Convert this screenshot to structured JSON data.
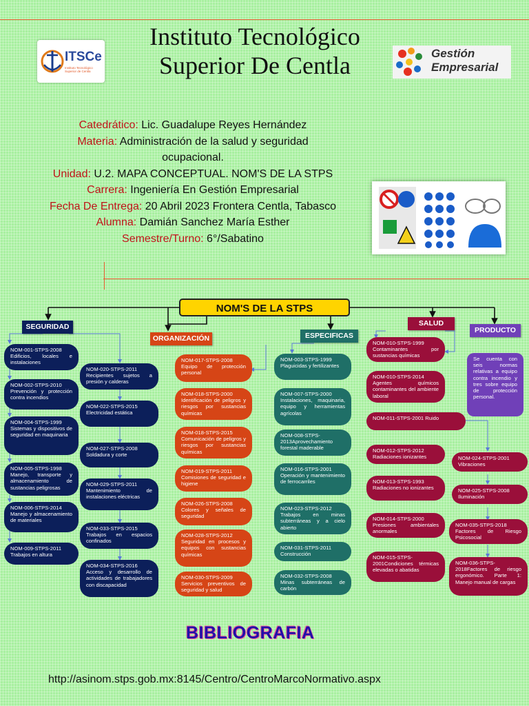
{
  "header": {
    "title_line1": "Instituto Tecnológico",
    "title_line2": "Superior De Centla",
    "logo_left": {
      "brand": "ITSCe",
      "sub": "Instituto Tecnológico Superior de Centla"
    },
    "logo_right": {
      "line1": "Gestión",
      "line2": "Empresarial"
    }
  },
  "info": {
    "catedratico": {
      "label": "Catedrático:",
      "value": " Lic. Guadalupe Reyes Hernández"
    },
    "materia": {
      "label": "Materia:",
      "value": " Administración de la salud y seguridad ocupacional."
    },
    "unidad": {
      "label": "Unidad:",
      "value": " U.2. MAPA CONCEPTUAL. NOM'S DE LA STPS"
    },
    "carrera": {
      "label": "Carrera:",
      "value": " Ingeniería En Gestión Empresarial"
    },
    "fecha": {
      "label": "Fecha De Entrega:",
      "value": " 20 Abril 2023 Frontera Centla, Tabasco"
    },
    "alumna": {
      "label": "Alumna:",
      "value": " Damián Sanchez María Esther"
    },
    "semestre": {
      "label": "Semestre/Turno:",
      "value": " 6°/Sabatino"
    }
  },
  "map": {
    "title": "NOM'S DE LA STPS",
    "seguridad": {
      "label": "SEGURIDAD",
      "col1": [
        "NOM-001-STPS-2008 Edificios, locales e instalaciones",
        "NOM-002-STPS-2010 Prevención y protección contra incendios",
        "NOM-004-STPS-1999 Sistemas y dispositivos de seguridad en maquinaria",
        "NOM-005-STPS-1998 Manejo, transporte y almacenamiento de sustancias peligrosas",
        "NOM-006-STPS-2014 Manejo y almacenamiento de materiales",
        "NOM-009-STPS-2011 Trabajos en altura"
      ],
      "col2": [
        "NOM-020-STPS-2011 Recipientes sujetos a presión y calderas",
        "NOM-022-STPS-2015 Electricidad estática",
        "NOM-027-STPS-2008 Soldadura y corte",
        "NOM-029-STPS-2011 Mantenimiento de instalaciones eléctricas",
        "NOM-033-STPS-2015 Trabajos en espacios confinados",
        "NOM-034-STPS-2016 Acceso y desarrollo de actividades de trabajadores con discapacidad"
      ]
    },
    "organizacion": {
      "label": "ORGANIZACIÓN",
      "items": [
        "NOM-017-STPS-2008 Equipo de protección personal",
        "NOM-018-STPS-2000 Identificación de peligros y riesgos por sustancias químicas",
        "NOM-018-STPS-2015 Comunicación de peligros y riesgos por sustancias químicas",
        "NOM-019-STPS-2011 Comisiones de seguridad e higiene",
        "NOM-026-STPS-2008 Colores y señales de seguridad",
        "NOM-028-STPS-2012 Seguridad en procesos y equipos con sustancias químicas",
        "NOM-030-STPS-2009 Servicios preventivos de seguridad y salud"
      ]
    },
    "especificas": {
      "label": "ESPECIFICAS",
      "items": [
        "NOM-003-STPS-1999 Plaguicidas y fertilizantes",
        "NOM-007-STPS-2000 Instalaciones, maquinaria, equipo y herramientas agrícolas",
        "NOM-008-STPS-2013Aprovechamiento forestal maderable",
        "NOM-016-STPS-2001 Operación y mantenimiento de ferrocarriles",
        "NOM-023-STPS-2012 Trabajos en minas subterráneas y a cielo abierto",
        "NOM-031-STPS-2011 Construcción",
        "NOM-032-STPS-2008 Minas subterráneas de carbón"
      ]
    },
    "salud": {
      "label": "SALUD",
      "col1": [
        "NOM-010-STPS-1999 Contaminantes por sustancias químicas",
        "NOM-010-STPS-2014 Agentes químicos contaminantes del ambiente laboral",
        "NOM-011-STPS-2001 Ruido",
        "NOM-012-STPS-2012 Radiaciones ionizantes",
        "NOM-013-STPS-1993 Radiaciones no ionizantes",
        "NOM-014-STPS-2000 Presiones ambientales anormales",
        "NOM-015-STPS-2001Condiciones térmicas elevadas o abatidas"
      ],
      "col2": [
        "NOM-024-STPS-2001 Vibraciones",
        "NOM-025-STPS-2008 Iluminación",
        "NOM-035-STPS-2018 Factores de Riesgo Psicosocial",
        "NOM-036-STPS-2018Factores de riesgo ergonómico. Parte 1: Manejo manual de cargas"
      ]
    },
    "producto": {
      "label": "PRODUCTO",
      "text": "Se cuenta con seis normas relativas a equipo contra incendio y tres sobre equipo de protección personal."
    }
  },
  "bibliografia": {
    "title": "BIBLIOGRAFIA",
    "url": "http://asinom.stps.gob.mx:8145/Centro/CentroMarcoNormativo.aspx"
  },
  "colors": {
    "accent_line": "#e25a2a",
    "navy": "#0c1f5a",
    "orange": "#d64516",
    "teal": "#1f6f67",
    "crimson": "#9a0f3a",
    "purple": "#7040b8",
    "header_yellow": "#ffd400"
  }
}
